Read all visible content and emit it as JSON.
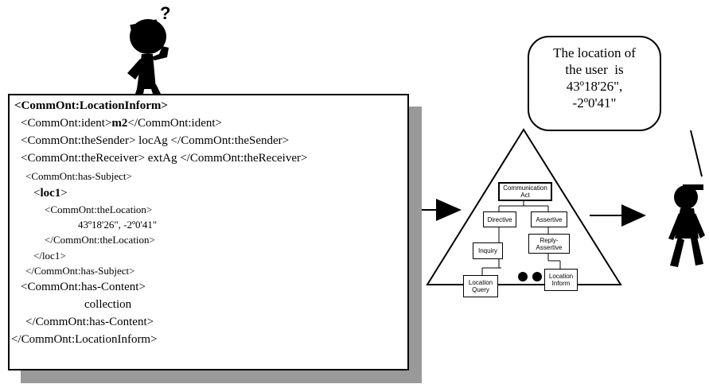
{
  "xml_document": {
    "line1": {
      "text": "<CommOnt:LocationInform>"
    },
    "line2": {
      "pre": "<CommOnt:ident>",
      "bold": "m2",
      "post": "</CommOnt:ident>"
    },
    "line3": "<CommOnt:theSender> locAg </CommOnt:theSender>",
    "line4": "<CommOnt:theReceiver> extAg </CommOnt:theReceiver>",
    "line5": "<CommOnt:has-Subject>",
    "line6": {
      "pre": "<",
      "bold": "loc1",
      "post": ">"
    },
    "line7": "<CommOnt:theLocation>",
    "line8": "43º18'26\", -2º0'41\"",
    "line9": "</CommOnt:theLocation>",
    "line10": "</loc1>",
    "line11": "</CommOnt:has-Subject>",
    "line12": "<CommOnt:has-Content>",
    "line13": "collection",
    "line14": "</CommOnt:has-Content>",
    "line15": "</CommOnt:LocationInform>"
  },
  "speech_bubble": {
    "lines": [
      "The location of",
      "the user  is",
      "43º18'26\",",
      "-2º0'41\""
    ]
  },
  "ontology_tree": {
    "root": "Communication Act",
    "directive": "Directive",
    "assertive": "Assertive",
    "inquiry": "Inquiry",
    "reply_assertive": "Reply-Assertive",
    "location_query": "Location Query",
    "location_inform": "Location Inform"
  },
  "thinking_figure": {
    "question_mark": "?"
  }
}
